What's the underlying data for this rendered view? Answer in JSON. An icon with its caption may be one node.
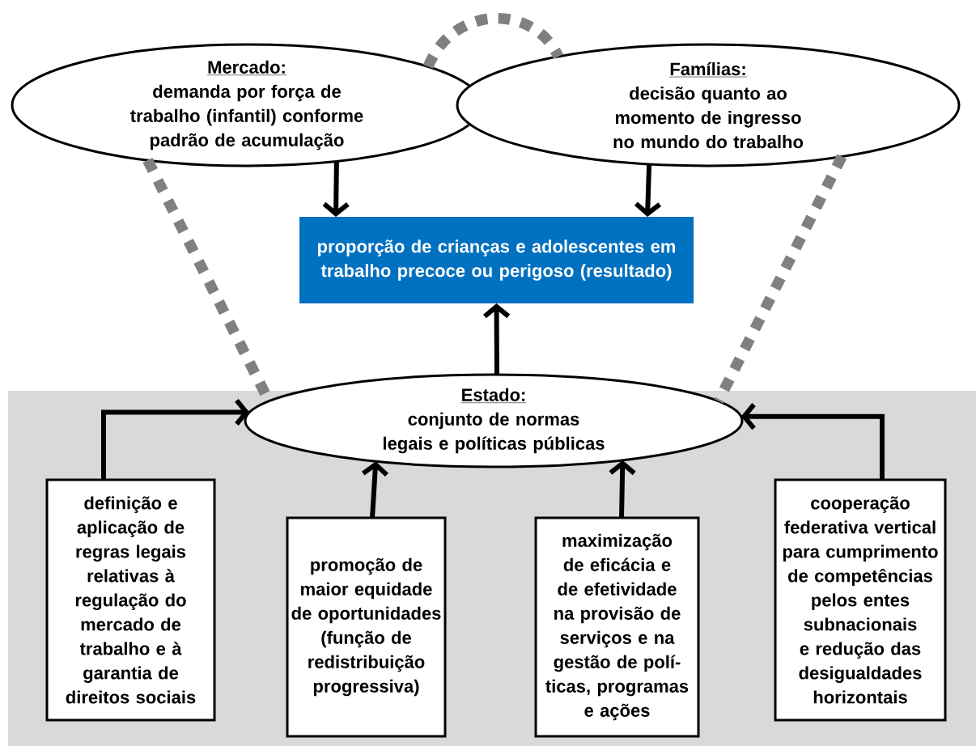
{
  "diagram": {
    "nodes": [
      {
        "text": [
          "Mercado:",
          "demanda por força de trabalho (infantil) conforme padrão de acumulação"
        ]
      },
      {
        "text": [
          "Famílias:",
          "decisão quanto ao momento de ingresso no mundo do trabalho"
        ]
      },
      {
        "text": [
          "proporção de crianças e adolescentes em trabalho precoce ou perigoso (resultado)"
        ]
      },
      {
        "text": [
          "Estado:",
          "conjunto de normas legais e políticas públicas"
        ]
      },
      {
        "text": [
          "definição e aplicação de regras legais relativas à regulação do mercado de trabalho e à garantia de direitos sociais"
        ]
      },
      {
        "text": [
          "promoção de maior equidade de oportunidades (função de redistribuição progressiva)"
        ]
      },
      {
        "text": [
          "maximização de eficácia e de efetividade na provisão de serviços e na gestão de polí-ticas, programas e ações"
        ]
      },
      {
        "text": [
          "cooperação federativa vertical para cumprimento de competências pelos entes subnacionais e redução das desigualdades horizontais"
        ]
      }
    ],
    "edges": [
      {
        "from": 0,
        "to": 2,
        "arrow": "to"
      },
      {
        "from": 1,
        "to": 2,
        "arrow": "to"
      },
      {
        "from": 3,
        "to": 2,
        "arrow": "to"
      },
      {
        "from": 4,
        "to": 3,
        "arrow": "to"
      },
      {
        "from": 5,
        "to": 3,
        "arrow": "to"
      },
      {
        "from": 6,
        "to": 3,
        "arrow": "to"
      },
      {
        "from": 7,
        "to": 3,
        "arrow": "to"
      },
      {
        "from": 0,
        "to": 1,
        "arrow": "none",
        "style": "dashed",
        "color": "#808080"
      },
      {
        "from": 0,
        "to": 3,
        "arrow": "none",
        "style": "dashed",
        "color": "#808080"
      },
      {
        "from": 1,
        "to": 3,
        "arrow": "none",
        "style": "dashed",
        "color": "#808080"
      }
    ]
  }
}
